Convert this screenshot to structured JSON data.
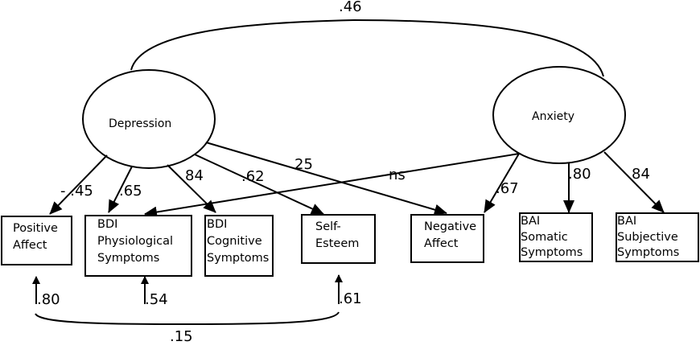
{
  "latent_variables": {
    "depression": "Depression",
    "anxiety": "Anxiety"
  },
  "indicators": {
    "positive_affect": [
      "Positive",
      "Affect"
    ],
    "bdi_physiological": [
      "BDI",
      "Physiological",
      "Symptoms"
    ],
    "bdi_cognitive": [
      "BDI",
      "Cognitive",
      "Symptoms"
    ],
    "self_esteem": [
      "Self-",
      "Esteem"
    ],
    "negative_affect": [
      "Negative",
      "Affect"
    ],
    "bai_somatic": [
      "BAI",
      "Somatic",
      "Symptoms"
    ],
    "bai_subjective": [
      "BAI",
      "Subjective",
      "Symptoms"
    ]
  },
  "path_labels": {
    "latent_correlation": ".46",
    "dep_positive_affect": "- .45",
    "dep_bdi_physiological": ".65",
    "dep_bdi_cognitive": "84",
    "dep_self_esteem": ".62",
    "dep_negative_affect": "25",
    "anx_bdi_physiological": "ns",
    "anx_negative_affect": ".67",
    "anx_bai_somatic": ".80",
    "anx_bai_subjective": "84",
    "err_positive_affect": ".80",
    "err_bdi_physiological": ".54",
    "err_self_esteem": ".61",
    "error_correlation": ".15"
  },
  "colors": {
    "line": "#000000",
    "background": "#ffffff"
  }
}
